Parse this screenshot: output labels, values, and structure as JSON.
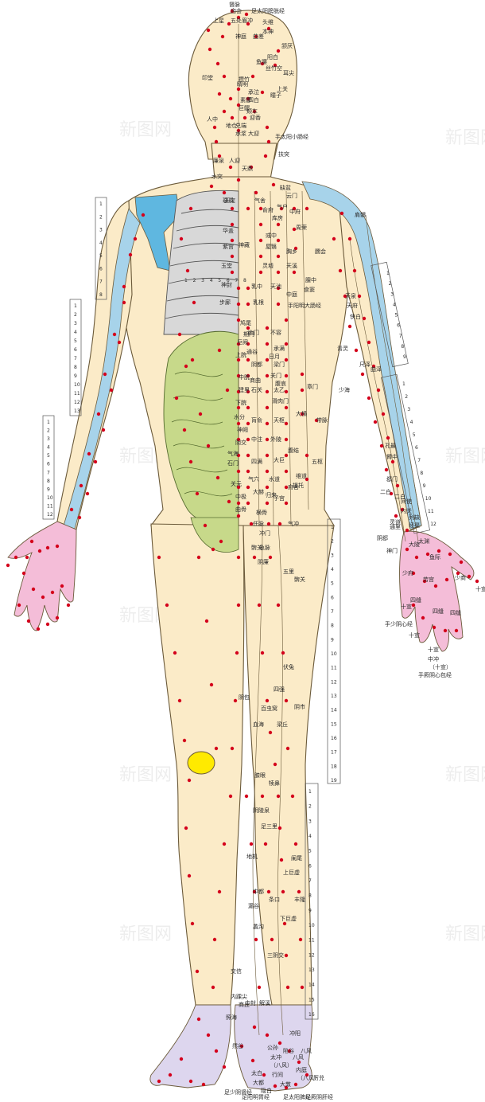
{
  "watermark": "新图网",
  "colors": {
    "skin": "#fbebc8",
    "outline": "#6b5a3a",
    "bone": "#cfcfcf",
    "intestine": "#c7d98a",
    "shoulder": "#5fb7e0",
    "arm_channel": "#a7d3ea",
    "hand": "#f4bdd8",
    "foot": "#ddd6ee",
    "knee": "#ffea00",
    "point": "#d4001c",
    "text": "#2b2b2b"
  },
  "labels": {
    "head_top": [
      {
        "id": "h1",
        "text": "督脉"
      },
      {
        "id": "h2",
        "text": "囟会"
      },
      {
        "id": "h3",
        "text": "足太阳膀胱经"
      },
      {
        "id": "h4",
        "text": "上星"
      },
      {
        "id": "h5",
        "text": "五处"
      },
      {
        "id": "h6",
        "text": "眉冲"
      },
      {
        "id": "h7",
        "text": "头维"
      },
      {
        "id": "h8",
        "text": "本神"
      },
      {
        "id": "h9",
        "text": "神庭"
      },
      {
        "id": "h10",
        "text": "曲差"
      },
      {
        "id": "h11",
        "text": "颔厌"
      }
    ],
    "face": [
      {
        "id": "f1",
        "text": "鱼腰"
      },
      {
        "id": "f2",
        "text": "阳白"
      },
      {
        "id": "f3",
        "text": "丝竹空"
      },
      {
        "id": "f4",
        "text": "耳尖"
      },
      {
        "id": "f5",
        "text": "印堂"
      },
      {
        "id": "f6",
        "text": "攒竹"
      },
      {
        "id": "f7",
        "text": "睛明"
      },
      {
        "id": "f8",
        "text": "上关"
      },
      {
        "id": "f9",
        "text": "承泣"
      },
      {
        "id": "f10",
        "text": "四白"
      },
      {
        "id": "f11",
        "text": "瞳子"
      },
      {
        "id": "f12",
        "text": "素髎"
      },
      {
        "id": "f13",
        "text": "巨髎"
      },
      {
        "id": "f14",
        "text": "颊车"
      },
      {
        "id": "f15",
        "text": "迎香"
      },
      {
        "id": "f16",
        "text": "人中"
      },
      {
        "id": "f17",
        "text": "地仓"
      },
      {
        "id": "f18",
        "text": "兑端"
      },
      {
        "id": "f19",
        "text": "承浆"
      },
      {
        "id": "f20",
        "text": "大迎"
      },
      {
        "id": "f21",
        "text": "手太阳小肠经"
      }
    ],
    "neck": [
      {
        "id": "n1",
        "text": "扶突"
      },
      {
        "id": "n2",
        "text": "廉泉"
      },
      {
        "id": "n3",
        "text": "人迎"
      },
      {
        "id": "n4",
        "text": "水突"
      },
      {
        "id": "n5",
        "text": "天鼎"
      },
      {
        "id": "n6",
        "text": "天突"
      },
      {
        "id": "n7",
        "text": "缺盆"
      },
      {
        "id": "n8",
        "text": "气舍"
      }
    ],
    "chest": [
      {
        "id": "c1",
        "text": "云门"
      },
      {
        "id": "c2",
        "text": "璇玑"
      },
      {
        "id": "c3",
        "text": "俞府"
      },
      {
        "id": "c4",
        "text": "气户"
      },
      {
        "id": "c5",
        "text": "中府"
      },
      {
        "id": "c6",
        "text": "库房"
      },
      {
        "id": "c7",
        "text": "华盖"
      },
      {
        "id": "c8",
        "text": "彧中"
      },
      {
        "id": "c9",
        "text": "周荣"
      },
      {
        "id": "c10",
        "text": "紫宫"
      },
      {
        "id": "c11",
        "text": "屋翳"
      },
      {
        "id": "c12",
        "text": "神藏"
      },
      {
        "id": "c13",
        "text": "胸乡"
      },
      {
        "id": "c14",
        "text": "玉堂"
      },
      {
        "id": "c15",
        "text": "灵墟"
      },
      {
        "id": "c16",
        "text": "天溪"
      },
      {
        "id": "c17",
        "text": "膻中"
      },
      {
        "id": "c18",
        "text": "神封"
      },
      {
        "id": "c19",
        "text": "乳中"
      },
      {
        "id": "c20",
        "text": "天池"
      },
      {
        "id": "c21",
        "text": "食窦"
      },
      {
        "id": "c22",
        "text": "中庭"
      },
      {
        "id": "c23",
        "text": "步廊"
      },
      {
        "id": "c24",
        "text": "乳根"
      },
      {
        "id": "c25",
        "text": "手阳明大肠经"
      },
      {
        "id": "c26",
        "text": "肩髃"
      },
      {
        "id": "c27",
        "text": "臑会"
      }
    ],
    "abdomen": [
      {
        "id": "a1",
        "text": "鸠尾"
      },
      {
        "id": "a2",
        "text": "期门"
      },
      {
        "id": "a3",
        "text": "巨阙"
      },
      {
        "id": "a4",
        "text": "幽门"
      },
      {
        "id": "a5",
        "text": "不容"
      },
      {
        "id": "a6",
        "text": "上脘"
      },
      {
        "id": "a7",
        "text": "通谷"
      },
      {
        "id": "a8",
        "text": "承满"
      },
      {
        "id": "a9",
        "text": "日月"
      },
      {
        "id": "a10",
        "text": "中脘"
      },
      {
        "id": "a11",
        "text": "阴都"
      },
      {
        "id": "a12",
        "text": "梁门"
      },
      {
        "id": "a13",
        "text": "建里"
      },
      {
        "id": "a14",
        "text": "石关"
      },
      {
        "id": "a15",
        "text": "关门"
      },
      {
        "id": "a16",
        "text": "下脘"
      },
      {
        "id": "a17",
        "text": "商曲"
      },
      {
        "id": "a18",
        "text": "太乙"
      },
      {
        "id": "a19",
        "text": "腹哀"
      },
      {
        "id": "a20",
        "text": "章门"
      },
      {
        "id": "a21",
        "text": "水分"
      },
      {
        "id": "a22",
        "text": "滑肉门"
      },
      {
        "id": "a23",
        "text": "神阙"
      },
      {
        "id": "a24",
        "text": "肓俞"
      },
      {
        "id": "a25",
        "text": "天枢"
      },
      {
        "id": "a26",
        "text": "大横"
      },
      {
        "id": "a27",
        "text": "带脉"
      },
      {
        "id": "a28",
        "text": "阴交"
      },
      {
        "id": "a29",
        "text": "中注"
      },
      {
        "id": "a30",
        "text": "外陵"
      },
      {
        "id": "a31",
        "text": "气海"
      },
      {
        "id": "a32",
        "text": "腹结"
      },
      {
        "id": "a33",
        "text": "石门"
      },
      {
        "id": "a34",
        "text": "四满"
      },
      {
        "id": "a35",
        "text": "大巨"
      },
      {
        "id": "a36",
        "text": "五枢"
      },
      {
        "id": "a37",
        "text": "关元"
      },
      {
        "id": "a38",
        "text": "气穴"
      },
      {
        "id": "a39",
        "text": "水道"
      },
      {
        "id": "a40",
        "text": "维道"
      },
      {
        "id": "a41",
        "text": "中极"
      },
      {
        "id": "a42",
        "text": "大赫"
      },
      {
        "id": "a43",
        "text": "归来"
      },
      {
        "id": "a44",
        "text": "子宫"
      },
      {
        "id": "a45",
        "text": "提托"
      },
      {
        "id": "a46",
        "text": "府舍"
      },
      {
        "id": "a47",
        "text": "曲骨"
      },
      {
        "id": "a48",
        "text": "横骨"
      },
      {
        "id": "a49",
        "text": "任脉"
      },
      {
        "id": "a50",
        "text": "气冲"
      },
      {
        "id": "a51",
        "text": "冲门"
      },
      {
        "id": "a52",
        "text": "急脉"
      },
      {
        "id": "a53",
        "text": "阴廉"
      },
      {
        "id": "a54",
        "text": "五里"
      },
      {
        "id": "a55",
        "text": "髀关"
      }
    ],
    "arm": [
      {
        "id": "r1",
        "text": "天泉"
      },
      {
        "id": "r2",
        "text": "天府"
      },
      {
        "id": "r3",
        "text": "侠白"
      },
      {
        "id": "r4",
        "text": "青灵"
      },
      {
        "id": "r5",
        "text": "尺泽"
      },
      {
        "id": "r6",
        "text": "曲泽"
      },
      {
        "id": "r7",
        "text": "少海"
      },
      {
        "id": "r8",
        "text": "孔最"
      },
      {
        "id": "r9",
        "text": "臂中"
      },
      {
        "id": "r10",
        "text": "郄门"
      },
      {
        "id": "r11",
        "text": "二白"
      },
      {
        "id": "r12",
        "text": "二白"
      },
      {
        "id": "r13",
        "text": "间使"
      },
      {
        "id": "r14",
        "text": "内关"
      },
      {
        "id": "r15",
        "text": "灵道"
      },
      {
        "id": "r16",
        "text": "通里"
      },
      {
        "id": "r17",
        "text": "列缺"
      },
      {
        "id": "r18",
        "text": "经渠"
      },
      {
        "id": "r19",
        "text": "阴郄"
      },
      {
        "id": "r20",
        "text": "神门"
      },
      {
        "id": "r21",
        "text": "大陵"
      },
      {
        "id": "r22",
        "text": "太渊"
      },
      {
        "id": "r23",
        "text": "鱼际"
      }
    ],
    "hand": [
      {
        "id": "k1",
        "text": "少府"
      },
      {
        "id": "k2",
        "text": "劳宫"
      },
      {
        "id": "k3",
        "text": "少商"
      },
      {
        "id": "k4",
        "text": "四缝"
      },
      {
        "id": "k5",
        "text": "四缝"
      },
      {
        "id": "k6",
        "text": "四缝"
      },
      {
        "id": "k7",
        "text": "十宣"
      },
      {
        "id": "k8",
        "text": "十宣"
      },
      {
        "id": "k9",
        "text": "十宣"
      },
      {
        "id": "k10",
        "text": "中冲"
      },
      {
        "id": "k11",
        "text": "（十宣）"
      },
      {
        "id": "k12",
        "text": "手少阴心经"
      },
      {
        "id": "k13",
        "text": "手厥阴心包经"
      },
      {
        "id": "k14",
        "text": "十宣"
      }
    ],
    "leg": [
      {
        "id": "l1",
        "text": "髀关"
      },
      {
        "id": "l2",
        "text": "伏兔"
      },
      {
        "id": "l3",
        "text": "阴市"
      },
      {
        "id": "l4",
        "text": "四强"
      },
      {
        "id": "l5",
        "text": "阴包"
      },
      {
        "id": "l6",
        "text": "百虫窝"
      },
      {
        "id": "l7",
        "text": "梁丘"
      },
      {
        "id": "l8",
        "text": "血海"
      },
      {
        "id": "l9",
        "text": "膝眼"
      },
      {
        "id": "l10",
        "text": "犊鼻"
      },
      {
        "id": "l11",
        "text": "阴陵泉"
      },
      {
        "id": "l12",
        "text": "足三里"
      },
      {
        "id": "l13",
        "text": "地机"
      },
      {
        "id": "l14",
        "text": "阑尾"
      },
      {
        "id": "l15",
        "text": "上巨虚"
      },
      {
        "id": "l16",
        "text": "中都"
      },
      {
        "id": "l17",
        "text": "条口"
      },
      {
        "id": "l18",
        "text": "丰隆"
      },
      {
        "id": "l19",
        "text": "漏谷"
      },
      {
        "id": "l20",
        "text": "下巨虚"
      },
      {
        "id": "l21",
        "text": "蠡沟"
      },
      {
        "id": "l22",
        "text": "三阴交"
      },
      {
        "id": "l23",
        "text": "交信"
      },
      {
        "id": "l24",
        "text": "内踝尖"
      },
      {
        "id": "l25",
        "text": "中封"
      },
      {
        "id": "l26",
        "text": "商丘"
      },
      {
        "id": "l27",
        "text": "解溪"
      },
      {
        "id": "l28",
        "text": "照海"
      }
    ],
    "foot": [
      {
        "id": "p1",
        "text": "冲阳"
      },
      {
        "id": "p2",
        "text": "然谷"
      },
      {
        "id": "p3",
        "text": "公孙"
      },
      {
        "id": "p4",
        "text": "陷谷"
      },
      {
        "id": "p5",
        "text": "八风"
      },
      {
        "id": "p6",
        "text": "太冲"
      },
      {
        "id": "p7",
        "text": "（八风）"
      },
      {
        "id": "p8",
        "text": "八风"
      },
      {
        "id": "p9",
        "text": "太白"
      },
      {
        "id": "p10",
        "text": "行间"
      },
      {
        "id": "p11",
        "text": "内庭"
      },
      {
        "id": "p12",
        "text": "（八风）"
      },
      {
        "id": "p13",
        "text": "厉兑"
      },
      {
        "id": "p14",
        "text": "大都"
      },
      {
        "id": "p15",
        "text": "大敦"
      },
      {
        "id": "p16",
        "text": "隐白"
      },
      {
        "id": "p17",
        "text": "足少阴肾经"
      },
      {
        "id": "p18",
        "text": "足阳明胃经"
      },
      {
        "id": "p19",
        "text": "足太阳脾经"
      },
      {
        "id": "p20",
        "text": "足厥阴肝经"
      }
    ]
  },
  "rulers": {
    "chest_left": [
      "1",
      "2",
      "3",
      "4",
      "5",
      "6",
      "7",
      "8"
    ],
    "chest_mid": [
      "1",
      "2",
      "3",
      "4",
      "5",
      "6",
      "7",
      "8"
    ],
    "abdomen_left": [
      "1",
      "2",
      "3",
      "4",
      "5",
      "6",
      "7",
      "8",
      "9",
      "10",
      "11",
      "12",
      "13"
    ],
    "left_lower": [
      "1",
      "2",
      "3",
      "4",
      "5",
      "6",
      "7",
      "8",
      "9",
      "10",
      "11",
      "12"
    ],
    "right_upper_arm": [
      "1",
      "2",
      "3",
      "4",
      "5",
      "6",
      "7",
      "8",
      "9"
    ],
    "right_forearm": [
      "1",
      "2",
      "3",
      "4",
      "5",
      "6",
      "7",
      "8",
      "9",
      "10",
      "11",
      "12"
    ],
    "thigh": [
      "1",
      "2",
      "3",
      "4",
      "5",
      "6",
      "7",
      "8",
      "9",
      "10",
      "11",
      "12",
      "13",
      "14",
      "15",
      "16",
      "17",
      "18",
      "19"
    ],
    "shin": [
      "1",
      "2",
      "3",
      "4",
      "5",
      "6",
      "7",
      "8",
      "9",
      "10",
      "11",
      "12",
      "13",
      "14",
      "15",
      "16"
    ]
  }
}
